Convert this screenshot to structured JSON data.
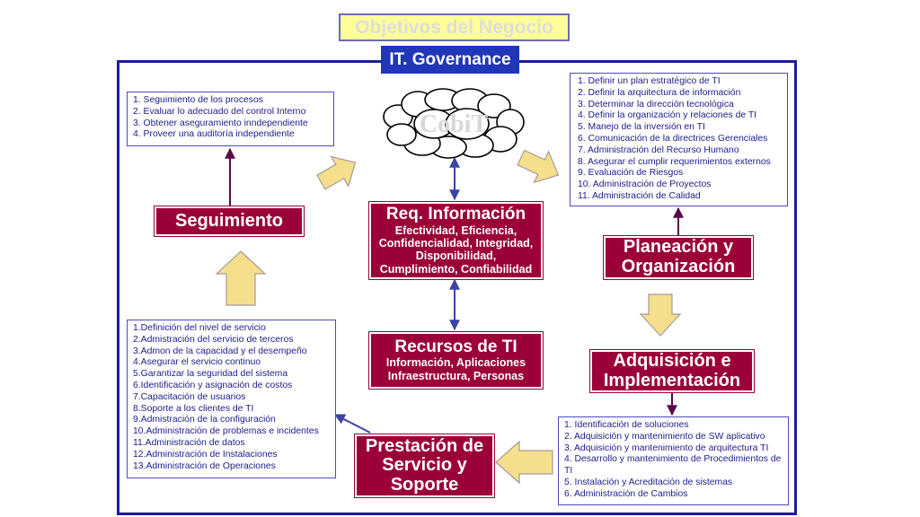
{
  "header": {
    "banner": "Objetivos del Negocio",
    "governance": "IT. Governance"
  },
  "cloud": {
    "label": "CobiT"
  },
  "seguimiento": {
    "title": "Seguimiento",
    "items": [
      "1. Seguimiento de los procesos",
      "2. Evaluar lo adecuado del control Interno",
      "3. Obtener aseguramiento inndependiente",
      "4. Proveer una auditoría independiente"
    ]
  },
  "req_info": {
    "title": "Req. Información",
    "lines": [
      "Efectividad,  Eficiencia,",
      "Confidencialidad, Integridad,",
      "Disponibilidad,",
      "Cumplimiento, Confiabilidad"
    ]
  },
  "recursos": {
    "title": "Recursos de TI",
    "lines": [
      "Información, Aplicaciones",
      "Infraestructura, Personas"
    ]
  },
  "planeacion": {
    "title_lines": [
      "Planeación y",
      "Organización"
    ],
    "items": [
      "1. Definir un plan estratégico de TI",
      "2. Definir la arquitectura de información",
      "3. Determinar la dirección tecnológica",
      "4. Definir la organización y relaciones de TI",
      "5. Manejo de la inversión en TI",
      "6. Comunicación de la directrices  Gerenciales",
      "7. Administración del Recurso Humano",
      "8. Asegurar el cumplir requerimientos externos",
      "9. Evaluación de Riesgos",
      "10. Administración de Proyectos",
      "11. Administración de Calidad"
    ]
  },
  "adquisicion": {
    "title_lines": [
      "Adquisición e",
      "Implementación"
    ],
    "items": [
      "1. Identificación de soluciones",
      "2. Adquisición y mantenimiento de SW aplicativo",
      "3. Adquisición y mantenimiento de arquitectura TI",
      "4. Desarrollo y mantenimiento de Procedimientos de TI",
      "5. Instalación y Acreditación de sistemas",
      "6. Administración de Cambios"
    ]
  },
  "prestacion": {
    "title_lines": [
      "Prestación de",
      "Servicio y",
      "Soporte"
    ],
    "items": [
      "1.Definición del nivel de servicio",
      "2.Admistración del servicio de terceros",
      "3.Admon de la capacidad y el desempeño",
      "4.Asegurar el servicio continuo",
      "5.Garantizar la seguridad del sistema",
      "6.Identificación y asignación de costos",
      "7.Capacitación de usuarios",
      "8.Soporte a los clientes de TI",
      "9.Admistración de la configuración",
      "10.Administración de problemas e incidentes",
      "11.Administración de datos",
      "12.Administración de Instalaciones",
      "13.Administración de Operaciones"
    ]
  },
  "colors": {
    "domain_box": "#9b0039",
    "frame": "#1c1c9c",
    "banner_bg": "#ffff99",
    "arrow_fill": "#f5df8c",
    "list_text": "#1c1c8c"
  }
}
